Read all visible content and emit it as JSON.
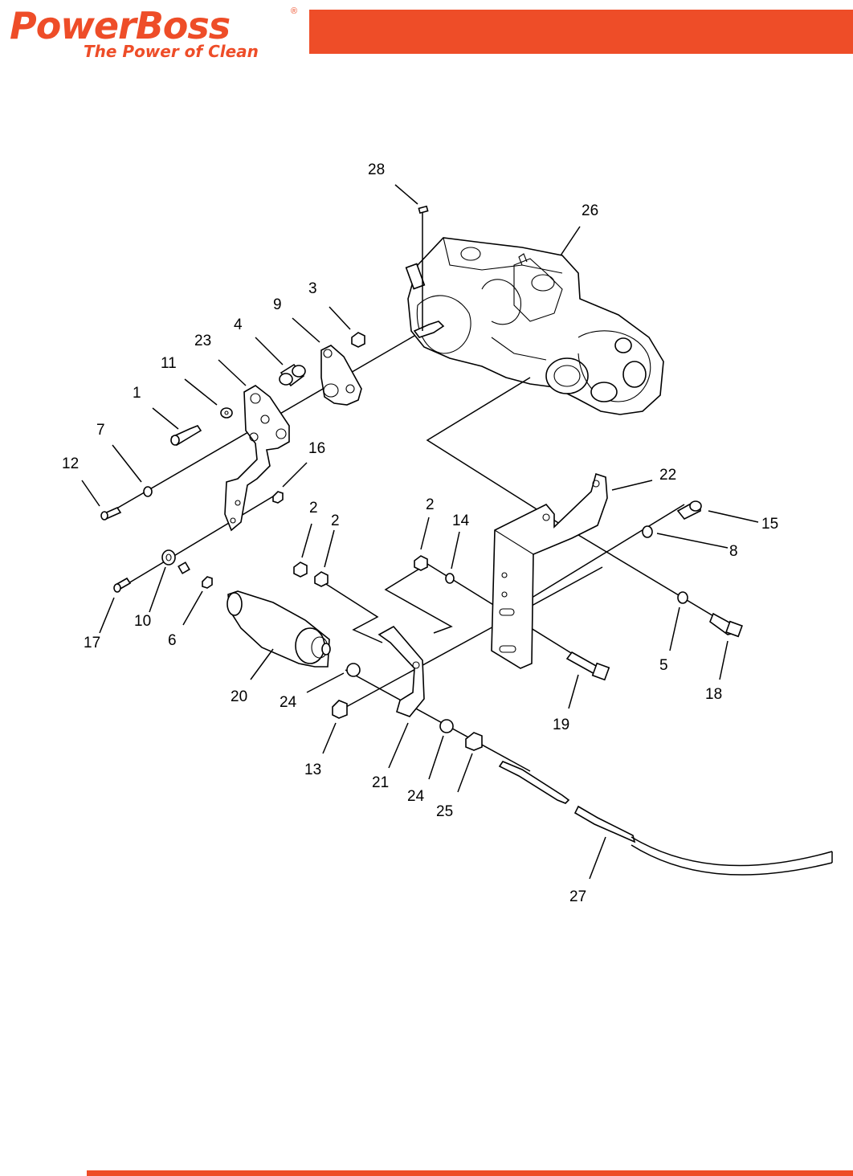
{
  "brand": {
    "name": "PowerBoss",
    "registered": "®",
    "tagline": "The Power of Clean"
  },
  "colors": {
    "accent": "#ee4d28"
  },
  "callouts": [
    "28",
    "26",
    "3",
    "9",
    "4",
    "23",
    "11",
    "1",
    "7",
    "12",
    "16",
    "22",
    "2",
    "2",
    "2",
    "14",
    "15",
    "8",
    "17",
    "10",
    "6",
    "20",
    "24",
    "5",
    "18",
    "19",
    "13",
    "21",
    "24",
    "25",
    "27"
  ]
}
